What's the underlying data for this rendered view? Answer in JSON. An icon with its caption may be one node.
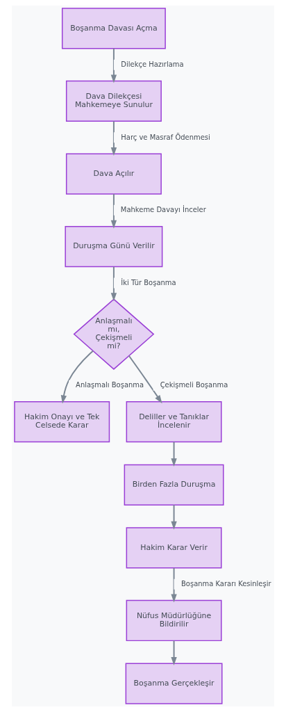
{
  "diagram": {
    "nodes": [
      {
        "text": [
          "Boşanma Davası Açma"
        ]
      },
      {
        "text": [
          "Dava Dilekçesi Mahkemeye Sunulur"
        ]
      },
      {
        "text": [
          "Dava Açılır"
        ]
      },
      {
        "text": [
          "Duruşma Günü Verilir"
        ]
      },
      {
        "text": [
          "Anlaşmalı mı, Çekişmeli mi?"
        ]
      },
      {
        "text": [
          "Hakim Onayı ve Tek Celsede Karar"
        ]
      },
      {
        "text": [
          "Deliller ve Tanıklar İncelenir"
        ]
      },
      {
        "text": [
          "Birden Fazla Duruşma"
        ]
      },
      {
        "text": [
          "Hakim Karar Verir"
        ]
      },
      {
        "text": [
          "Nüfus Müdürlüğüne Bildirilir"
        ]
      },
      {
        "text": [
          "Boşanma Gerçekleşir"
        ]
      }
    ],
    "edges": [
      {
        "from": 0,
        "to": 1,
        "arrow": "to",
        "label": "Dilekçe Hazırlama"
      },
      {
        "from": 1,
        "to": 2,
        "arrow": "to",
        "label": "Harç ve Masraf Ödenmesi"
      },
      {
        "from": 2,
        "to": 3,
        "arrow": "to",
        "label": "Mahkeme Davayı İnceler"
      },
      {
        "from": 3,
        "to": 4,
        "arrow": "to",
        "label": "İki Tür Boşanma"
      },
      {
        "from": 4,
        "to": 5,
        "arrow": "to",
        "label": "Anlaşmalı Boşanma"
      },
      {
        "from": 4,
        "to": 6,
        "arrow": "to",
        "label": "Çekişmeli Boşanma"
      },
      {
        "from": 6,
        "to": 7,
        "arrow": "to"
      },
      {
        "from": 7,
        "to": 8,
        "arrow": "to"
      },
      {
        "from": 8,
        "to": 9,
        "arrow": "to",
        "label": "Boşanma Kararı Kesinleşir"
      },
      {
        "from": 9,
        "to": 10,
        "arrow": "to"
      }
    ]
  }
}
